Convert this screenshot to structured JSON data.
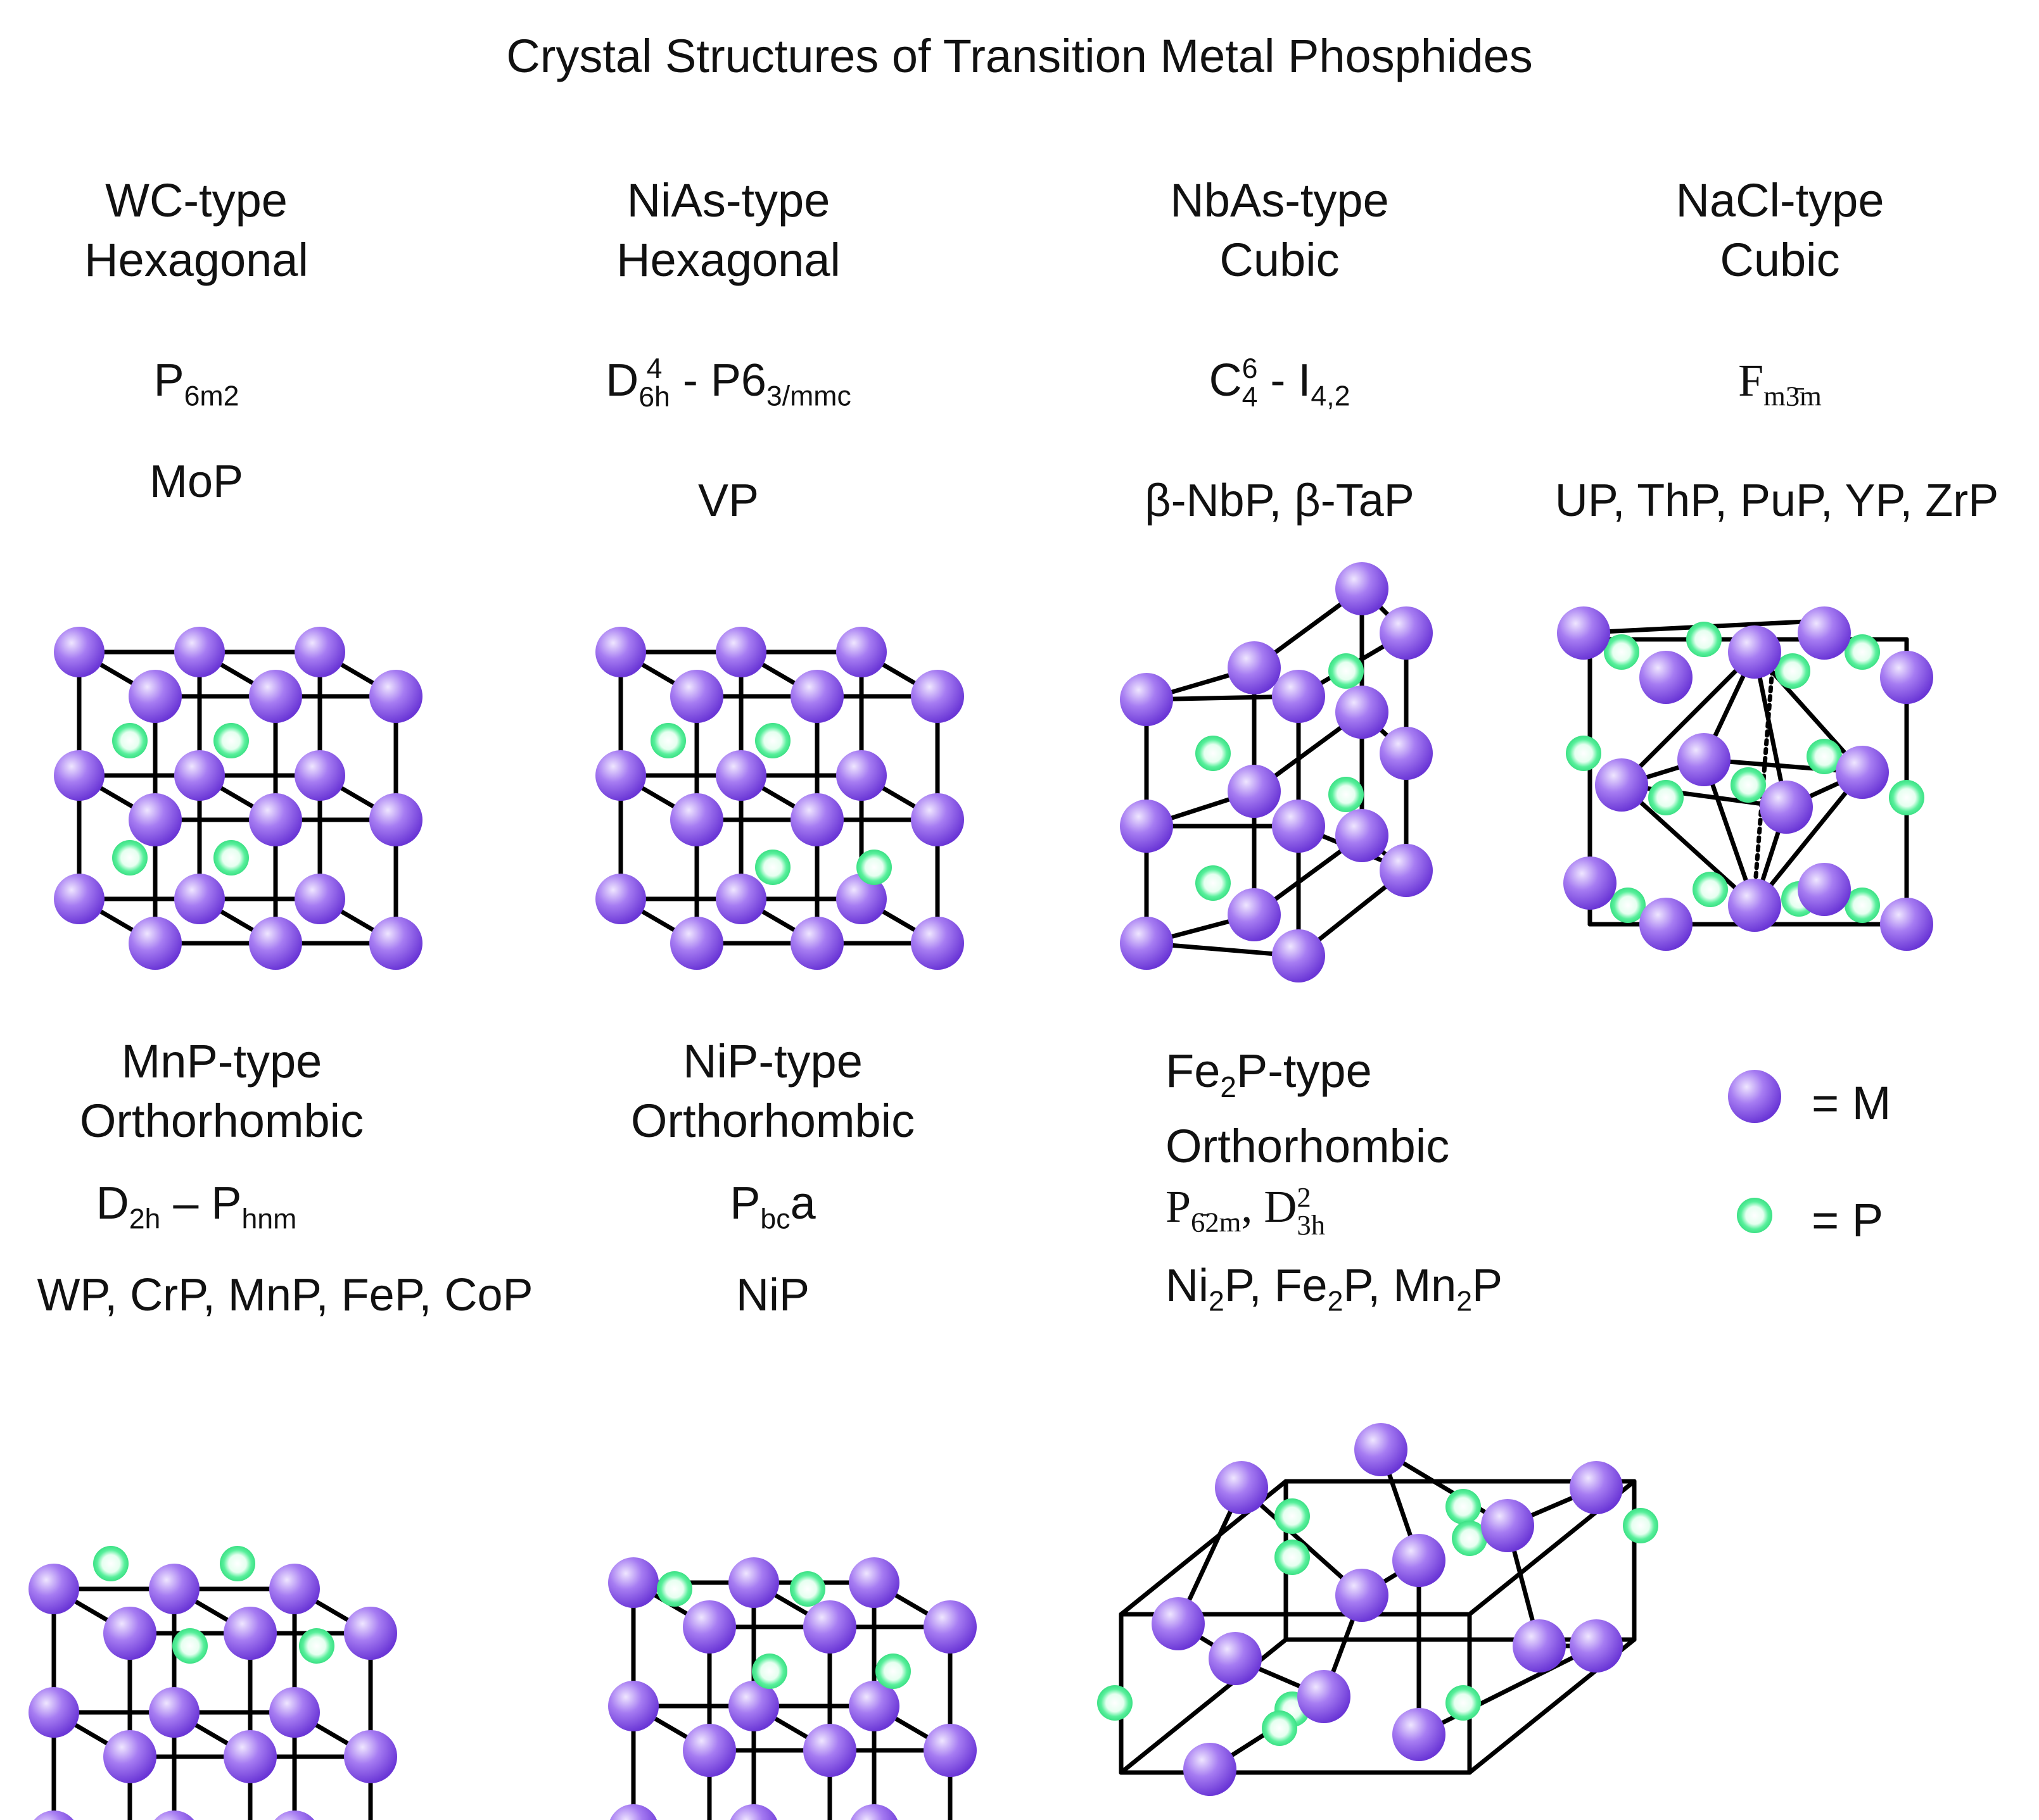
{
  "title": "Crystal Structures of Transition Metal Phosphides",
  "colors": {
    "metal": "#8a55e6",
    "metal_light": "#d8c6ff",
    "phosphorus": "#3ff08c",
    "phosphorus_light": "#e8ffef",
    "edge": "#000000"
  },
  "structures": [
    {
      "name": "WC-type",
      "system": "Hexagonal",
      "space_group": {
        "main": "P",
        "sub": "6m2"
      },
      "examples": "MoP"
    },
    {
      "name": "NiAs-type",
      "system": "Hexagonal",
      "space_group": {
        "pre": "D",
        "pre_sup": "4",
        "pre_sub": "6h",
        "mid": " - P6",
        "sub": "3/mmc"
      },
      "examples": "VP"
    },
    {
      "name": "NbAs-type",
      "system": "Cubic",
      "space_group": {
        "pre": "C",
        "pre_sup": "6",
        "pre_sub": "4",
        "mid": " - I",
        "sub": "4,2"
      },
      "examples": "β-NbP, β-TaP"
    },
    {
      "name": "NaCl-type",
      "system": "Cubic",
      "space_group": {
        "main": "F",
        "sub": "m3̄m"
      },
      "examples": "UP, ThP, PuP, YP, ZrP"
    },
    {
      "name": "MnP-type",
      "system": "Orthorhombic",
      "space_group": {
        "pre": "D",
        "pre_sub": "2h",
        "mid": " – P",
        "sub": "hnm"
      },
      "examples": "WP, CrP, MnP, FeP, CoP"
    },
    {
      "name": "NiP-type",
      "system": "Orthorhombic",
      "space_group": {
        "main": "P",
        "sub": "bc",
        "post": "a"
      },
      "examples": "NiP"
    },
    {
      "name_pre": "Fe",
      "name_sub": "2",
      "name_post": "P-type",
      "system": "Orthorhombic",
      "space_group": {
        "main": "P",
        "sub": "6̄2m",
        "mid": ", D",
        "sup2": "2",
        "sub2": "3h"
      },
      "examples_parts": [
        "Ni",
        "2",
        "P, Fe",
        "2",
        "P, Mn",
        "2",
        "P"
      ]
    }
  ],
  "legend": {
    "metal_label": "= M",
    "phosphorus_label": "= P"
  }
}
